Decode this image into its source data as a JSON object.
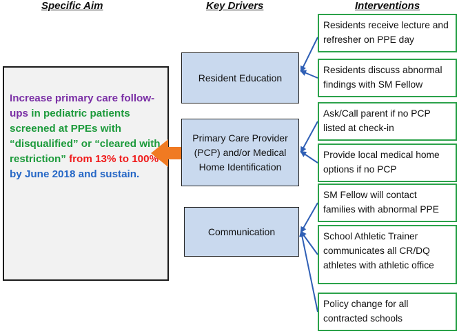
{
  "headers": {
    "aim": "Specific Aim",
    "drivers": "Key Drivers",
    "interventions": "Interventions"
  },
  "aim": {
    "part1": "Increase primary care follow-ups",
    "part2": " in pediatric patients screened at PPEs with “disqualified” or “cleared with restriction” ",
    "part3": "from 13% to 100%",
    "part4": " by June 2018",
    "part5": " and sustain.",
    "colors": {
      "purple": "#7a2fa5",
      "green": "#1c9a3b",
      "red": "#f01a1a",
      "blue": "#2567c6"
    }
  },
  "drivers": {
    "education": "Resident Education",
    "pcp": "Primary Care Provider (PCP) and/or Medical Home Identification",
    "communication": "Communication"
  },
  "interventions": [
    "Residents receive lecture and refresher on PPE day",
    "Residents discuss abnormal findings with SM Fellow",
    "Ask/Call parent if no PCP listed at check-in",
    "Provide local medical home options if no PCP",
    "SM Fellow will contact families with abnormal PPE",
    "School Athletic Trainer communicates all CR/DQ athletes with athletic office",
    "Policy change for all contracted schools"
  ],
  "colors": {
    "driver_fill": "#c9d9ee",
    "intervention_border": "#2ba24a",
    "arrow_orange": "#f07a22",
    "connector_blue": "#2f5fb5"
  }
}
